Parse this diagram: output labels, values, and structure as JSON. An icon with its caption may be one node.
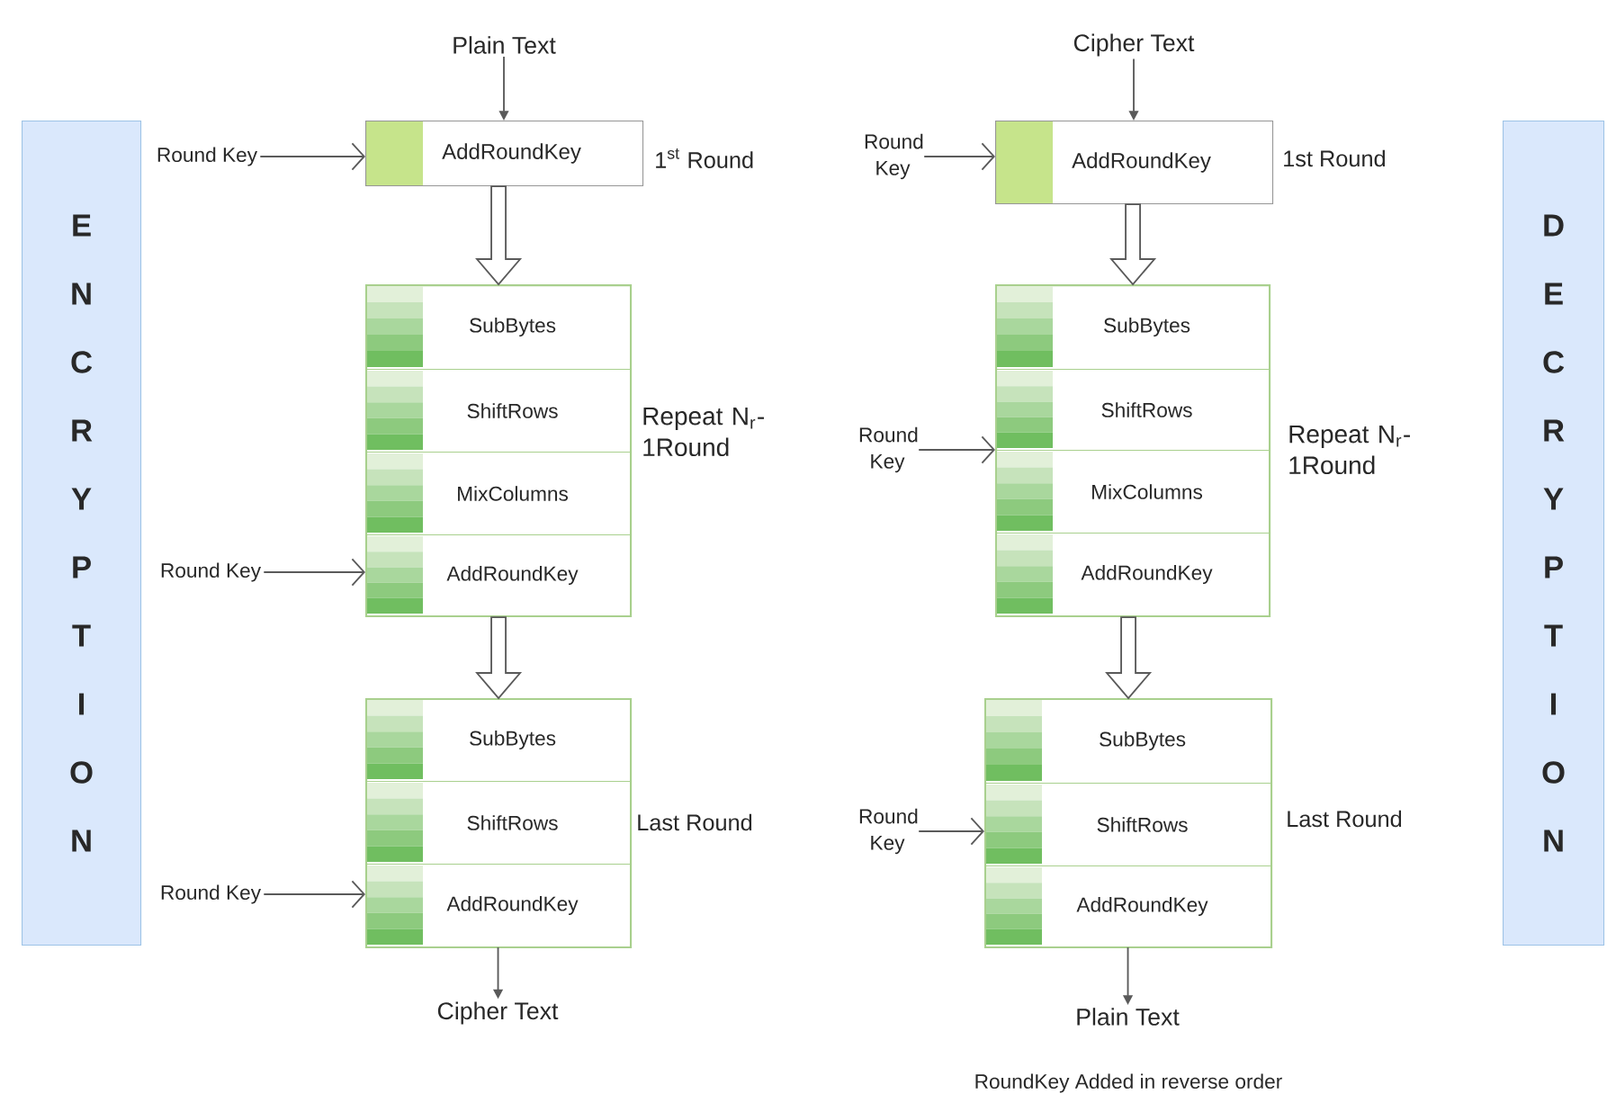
{
  "diagram": {
    "nodes": [
      {
        "text": [
          "ENCRYPTION"
        ]
      },
      {
        "text": [
          "Plain Text"
        ]
      },
      {
        "text": [
          "Round Key"
        ]
      },
      {
        "text": [
          "AddRoundKey"
        ],
        "beside": [
          "1$^{st}$ Round"
        ]
      },
      {
        "text": [],
        "shape": "box",
        "beside": [
          "Repeat N$_{r}$-1Round"
        ]
      },
      {
        "text": [
          "SubBytes"
        ],
        "in": 4
      },
      {
        "text": [
          "ShiftRows"
        ],
        "in": 4
      },
      {
        "text": [
          "MixColumns"
        ],
        "in": 4
      },
      {
        "text": [
          "AddRoundKey"
        ],
        "in": 4
      },
      {
        "text": [
          "Round Key"
        ]
      },
      {
        "text": [],
        "shape": "box",
        "beside": [
          "Last Round"
        ]
      },
      {
        "text": [
          "SubBytes"
        ],
        "in": 10
      },
      {
        "text": [
          "ShiftRows"
        ],
        "in": 10
      },
      {
        "text": [
          "AddRoundKey"
        ],
        "in": 10
      },
      {
        "text": [
          "Round Key"
        ]
      },
      {
        "text": [
          "Cipher Text"
        ]
      },
      {
        "text": [
          "Cipher Text"
        ]
      },
      {
        "text": [
          "Round Key"
        ]
      },
      {
        "text": [
          "AddRoundKey"
        ],
        "beside": [
          "1st Round"
        ]
      },
      {
        "text": [],
        "shape": "box",
        "beside": [
          "Repeat N$_{r}$-1Round"
        ]
      },
      {
        "text": [
          "SubBytes"
        ],
        "in": 19
      },
      {
        "text": [
          "ShiftRows"
        ],
        "in": 19
      },
      {
        "text": [
          "MixColumns"
        ],
        "in": 19
      },
      {
        "text": [
          "AddRoundKey"
        ],
        "in": 19
      },
      {
        "text": [
          "Round Key"
        ]
      },
      {
        "text": [],
        "shape": "box",
        "beside": [
          "Last Round"
        ]
      },
      {
        "text": [
          "SubBytes"
        ],
        "in": 25
      },
      {
        "text": [
          "ShiftRows"
        ],
        "in": 25
      },
      {
        "text": [
          "AddRoundKey"
        ],
        "in": 25
      },
      {
        "text": [
          "Round Key"
        ]
      },
      {
        "text": [
          "Plain Text"
        ]
      },
      {
        "text": [
          "DECRYPTION"
        ]
      }
    ],
    "edges": [
      {
        "from": 1,
        "to": 3,
        "arrow": "to"
      },
      {
        "from": 2,
        "to": 3,
        "arrow": "to"
      },
      {
        "from": 3,
        "to": 4,
        "arrow": "to",
        "style": "thick"
      },
      {
        "from": 9,
        "to": 8,
        "arrow": "to"
      },
      {
        "from": 4,
        "to": 10,
        "arrow": "to",
        "style": "thick"
      },
      {
        "from": 14,
        "to": 13,
        "arrow": "to"
      },
      {
        "from": 13,
        "to": 15,
        "arrow": "to"
      },
      {
        "from": 16,
        "to": 18,
        "arrow": "to"
      },
      {
        "from": 17,
        "to": 18,
        "arrow": "to"
      },
      {
        "from": 18,
        "to": 19,
        "arrow": "to",
        "style": "thick"
      },
      {
        "from": 24,
        "to": 19,
        "arrow": "to"
      },
      {
        "from": 19,
        "to": 25,
        "arrow": "to",
        "style": "thick"
      },
      {
        "from": 29,
        "to": 27,
        "arrow": "to"
      },
      {
        "from": 28,
        "to": 30,
        "arrow": "to"
      }
    ],
    "labels": [
      "RoundKey Added in reverse order"
    ]
  }
}
